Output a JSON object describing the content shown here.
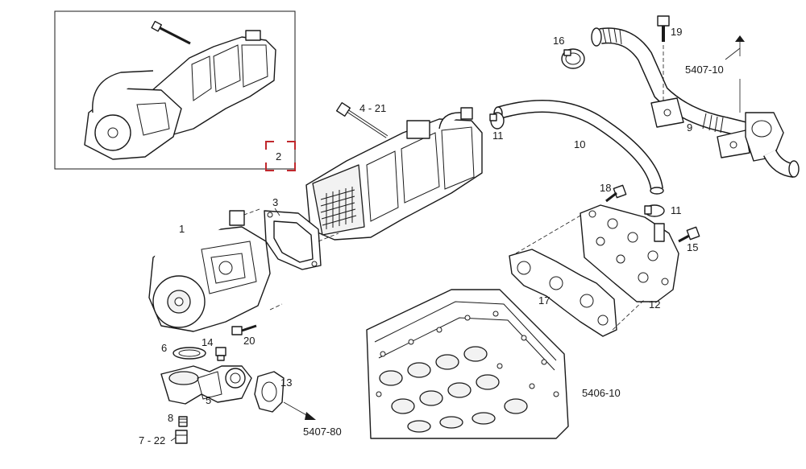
{
  "callouts": {
    "c1": "1",
    "c2": "2",
    "c3": "3",
    "c4": "4 - 21",
    "c5": "5",
    "c6": "6",
    "c7": "7 - 22",
    "c8": "8",
    "c9": "9",
    "c10": "10",
    "c11a": "11",
    "c11b": "11",
    "c12": "12",
    "c13": "13",
    "c14": "14",
    "c15": "15",
    "c16": "16",
    "c17": "17",
    "c18": "18",
    "c19": "19",
    "c20": "20"
  },
  "references": {
    "r1": "5407-10",
    "r2": "5406-10",
    "r3": "5407-80"
  },
  "colors": {
    "line": "#1a1a1a",
    "highlight_marker": "#c0282d",
    "background": "#ffffff"
  }
}
